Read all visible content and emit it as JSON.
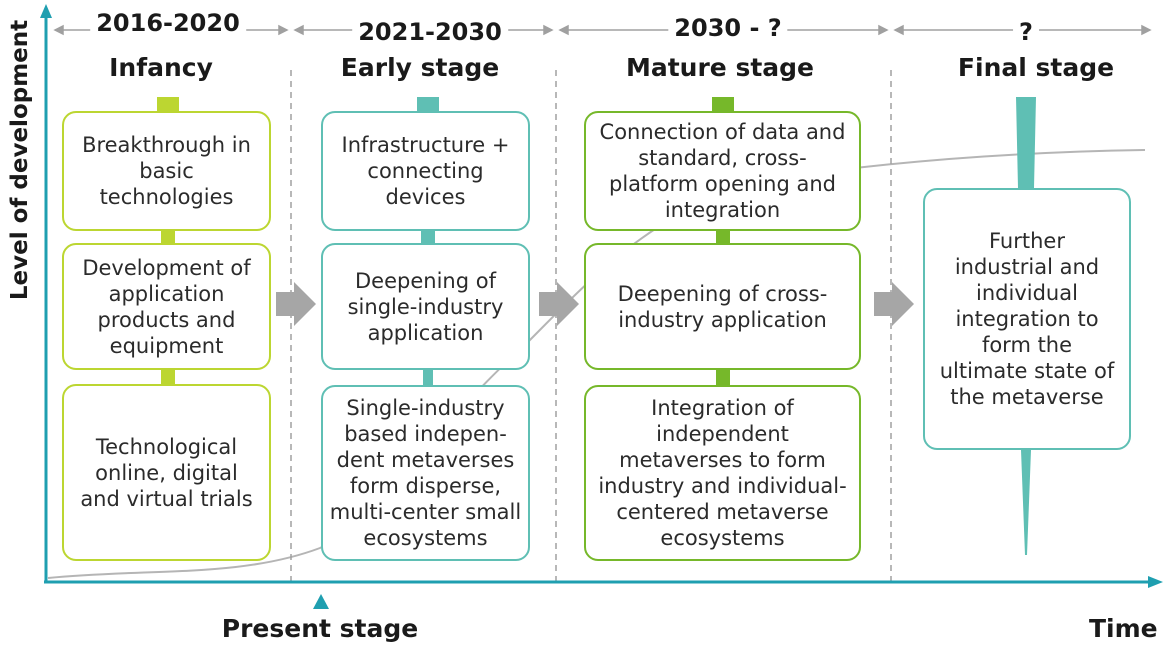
{
  "axes": {
    "y_label": "Level of development",
    "x_label": "Time",
    "marker_label": "Present stage"
  },
  "columns": [
    {
      "period": "2016-2020",
      "stage": "Infancy",
      "color": "#bcd631",
      "boxes": [
        "Breakthrough in basic technologies",
        "Development of application products and equipment",
        "Technological online, digital and virtual trials"
      ]
    },
    {
      "period": "2021-2030",
      "stage": "Early stage",
      "color": "#5fbfb4",
      "boxes": [
        "Infrastructure + connecting devices",
        "Deepening of single-industry application",
        "Single-industry based indepen- dent metaverses form disperse, multi-center small ecosystems"
      ]
    },
    {
      "period": "2030 - ?",
      "stage": "Mature stage",
      "color": "#76b82a",
      "boxes": [
        "Connection of data and standard, cross-platform opening and integration",
        "Deepening of cross-industry application",
        "Integration of independent metaverses to form industry and individual-centered metaverse ecosystems"
      ]
    },
    {
      "period": "?",
      "stage": "Final stage",
      "color": "#5fbfb4",
      "boxes": [
        "Further industrial and individual integration to form the ultimate state of the metaverse"
      ]
    }
  ],
  "colors": {
    "axis": "#1f9fb0",
    "curve": "#b5b5b5",
    "arrow": "#a6a6a6",
    "divider": "#a0a0a0"
  }
}
